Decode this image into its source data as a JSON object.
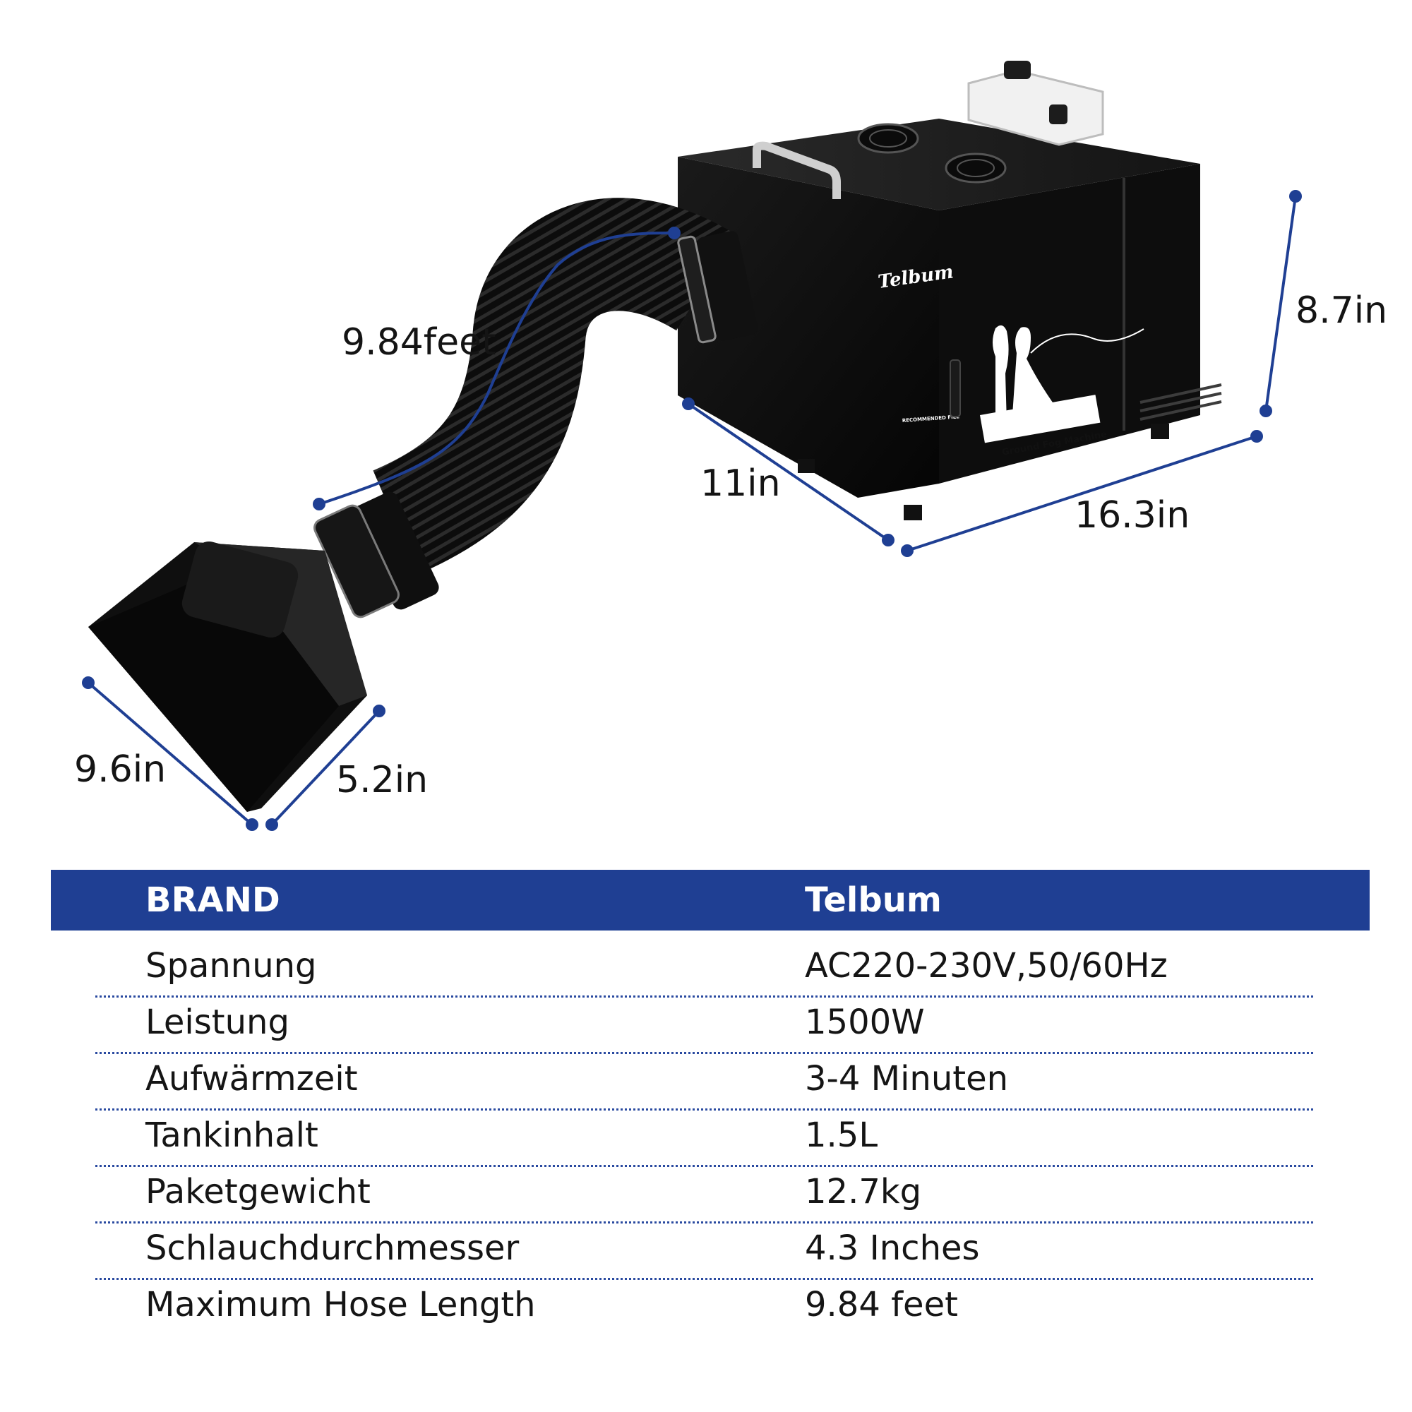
{
  "dimensions": {
    "hose_length": "9.84feet",
    "height": "8.7in",
    "depth": "11in",
    "width": "16.3in",
    "nozzle_width": "9.6in",
    "nozzle_depth": "5.2in"
  },
  "device": {
    "brand_logo": "Telbum",
    "product_label": "Ground Fog Machine",
    "fill_label": "RECOMMENDED FILL"
  },
  "accent_color": "#1f3f93",
  "specs": {
    "header": {
      "label": "BRAND",
      "value": "Telbum"
    },
    "rows": [
      {
        "label": "Spannung",
        "value": "AC220-230V,50/60Hz"
      },
      {
        "label": "Leistung",
        "value": "1500W"
      },
      {
        "label": "Aufwärmzeit",
        "value": "3-4 Minuten"
      },
      {
        "label": "Tankinhalt",
        "value": "1.5L"
      },
      {
        "label": "Paketgewicht",
        "value": "12.7kg"
      },
      {
        "label": "Schlauchdurchmesser",
        "value": "4.3 Inches"
      },
      {
        "label": "Maximum Hose Length",
        "value": "9.84 feet"
      }
    ]
  }
}
